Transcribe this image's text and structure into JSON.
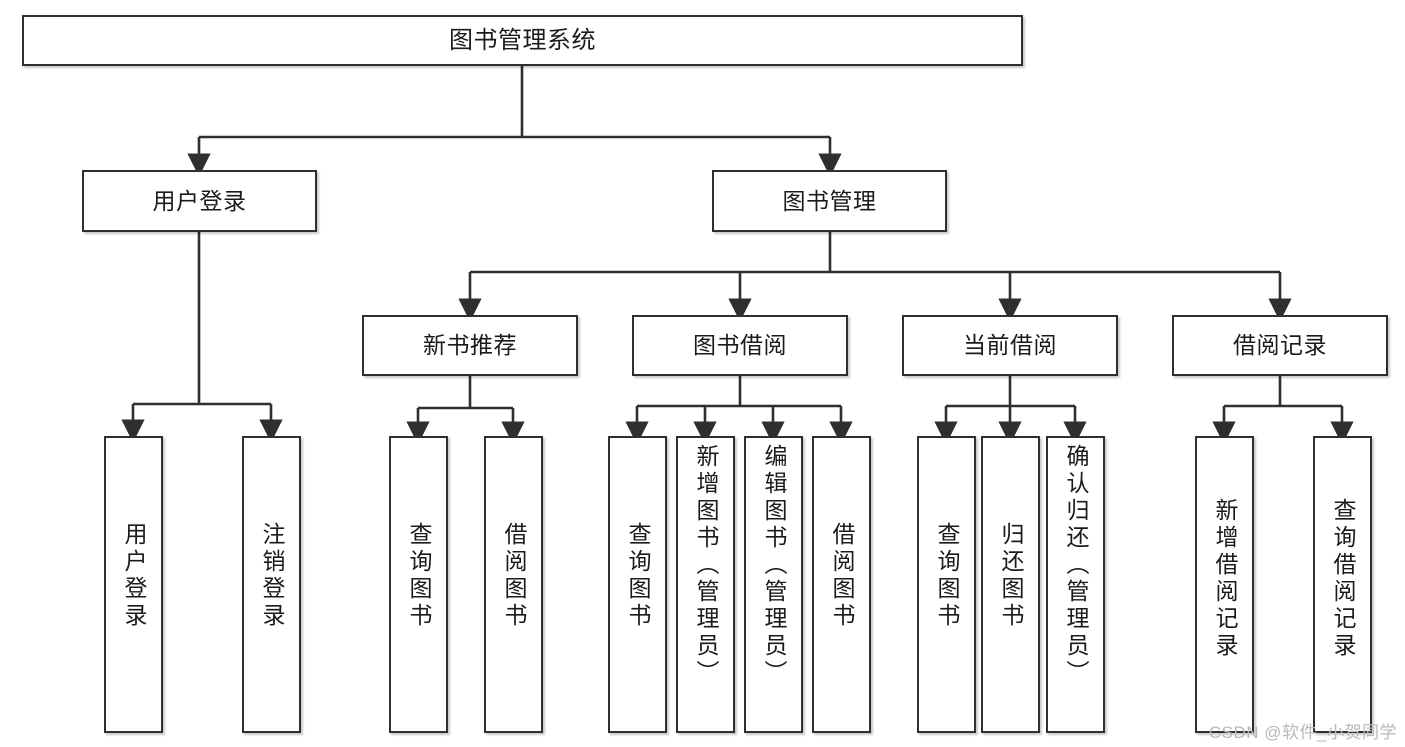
{
  "diagram": {
    "title": "图书管理系统",
    "type": "tree",
    "watermark": "CSDN @软件_小贺同学",
    "colors": {
      "border": "#2f2f2f",
      "background": "#ffffff",
      "text": "#1b1b1b",
      "watermark": "#b9b9b9"
    },
    "root": {
      "label": "图书管理系统"
    },
    "level2": [
      {
        "label": "用户登录"
      },
      {
        "label": "图书管理"
      }
    ],
    "level3": [
      {
        "label": "新书推荐"
      },
      {
        "label": "图书借阅"
      },
      {
        "label": "当前借阅"
      },
      {
        "label": "借阅记录"
      }
    ],
    "leaves": {
      "user_login": [
        {
          "label": "用户登录"
        },
        {
          "label": "注销登录"
        }
      ],
      "new_book_recommend": [
        {
          "label": "查询图书"
        },
        {
          "label": "借阅图书"
        }
      ],
      "book_borrow": [
        {
          "label": "查询图书"
        },
        {
          "label": "新增图书（管理员）"
        },
        {
          "label": "编辑图书（管理员）"
        },
        {
          "label": "借阅图书"
        }
      ],
      "current_borrow": [
        {
          "label": "查询图书"
        },
        {
          "label": "归还图书"
        },
        {
          "label": "确认归还（管理员）"
        }
      ],
      "borrow_record": [
        {
          "label": "新增借阅记录"
        },
        {
          "label": "查询借阅记录"
        }
      ]
    }
  }
}
